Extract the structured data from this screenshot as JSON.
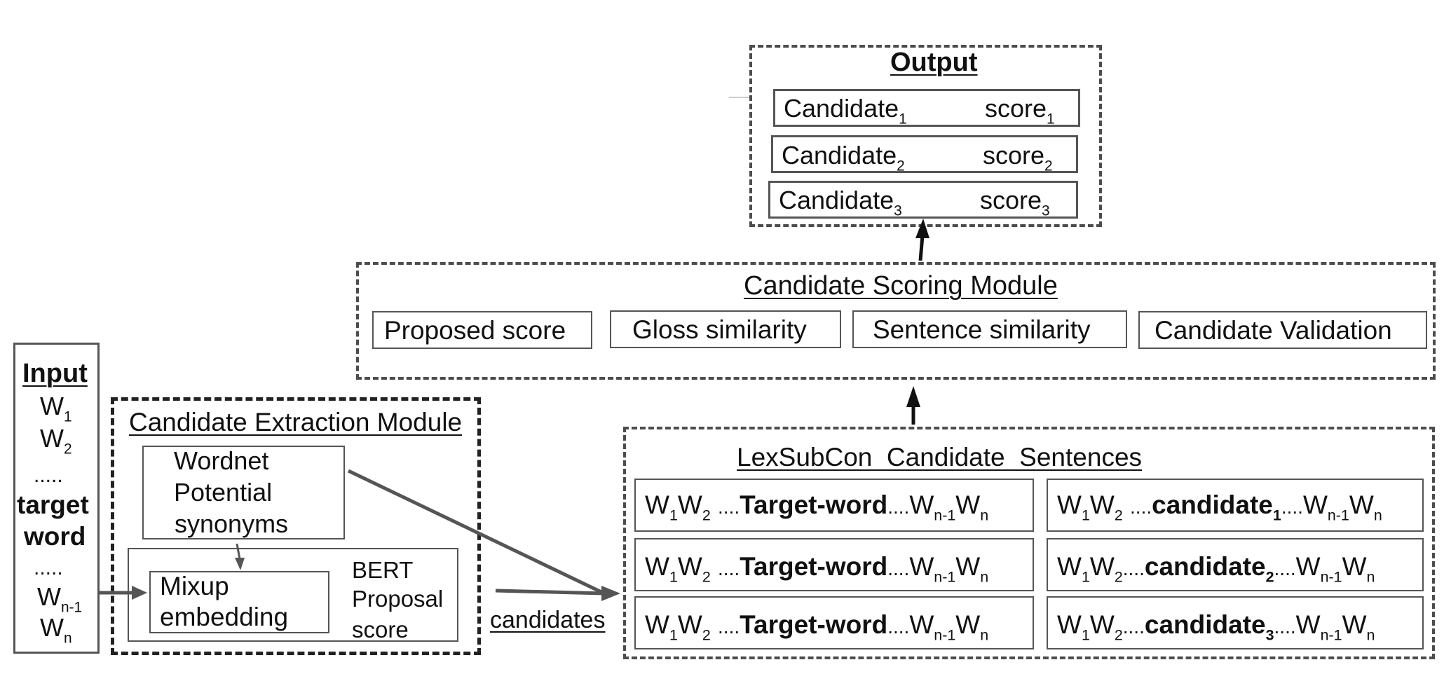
{
  "output": {
    "title": "Output",
    "rows": [
      {
        "candidate": "Candidate",
        "candidate_sub": "1",
        "score": "score",
        "score_sub": "1"
      },
      {
        "candidate": "Candidate",
        "candidate_sub": "2",
        "score": "score",
        "score_sub": "2"
      },
      {
        "candidate": "Candidate",
        "candidate_sub": "3",
        "score": "score",
        "score_sub": "3"
      }
    ]
  },
  "scoring": {
    "title": "Candidate Scoring Module",
    "items": [
      "Proposed score",
      "Gloss similarity",
      "Sentence similarity",
      "Candidate Validation"
    ]
  },
  "input": {
    "title": "Input",
    "w": "W",
    "sub1": "1",
    "sub2": "2",
    "dots": ".....",
    "target1": "target",
    "target2": "word",
    "subn1": "n-1",
    "subn": "n"
  },
  "extraction": {
    "title": "Candidate Extraction Module",
    "wordnet": [
      "Wordnet",
      "Potential",
      "synonyms"
    ],
    "mixup": [
      "Mixup",
      "embedding"
    ],
    "bert": [
      "BERT",
      "Proposal",
      "score"
    ]
  },
  "candidates_label": "candidates",
  "lexsub": {
    "title": "LexSubCon  Candidate  Sentences",
    "w": "W",
    "s1": "1",
    "s2": "2",
    "sn1": "n-1",
    "sn": "n",
    "dots": "....",
    "target_word": "Target-word",
    "candidate": "candidate",
    "c1": "1",
    "c2": "2",
    "c3": "3"
  }
}
